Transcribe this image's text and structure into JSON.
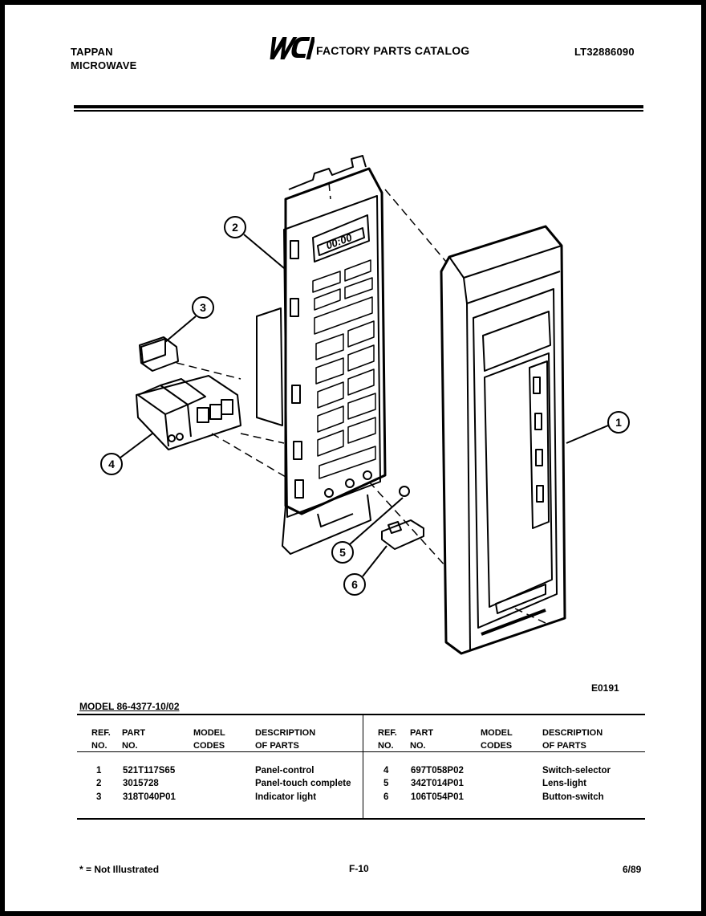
{
  "header": {
    "brand_line1": "TAPPAN",
    "brand_line2": "MICROWAVE",
    "logo_text": "WCI",
    "catalog_title": "FACTORY PARTS CATALOG",
    "model_number": "LT32886090"
  },
  "diagram": {
    "callouts": [
      "1",
      "2",
      "3",
      "4",
      "5",
      "6"
    ],
    "display_readout": "00:00"
  },
  "figure_code": "E0191",
  "model_line": "MODEL 86-4377-10/02",
  "table": {
    "headers": {
      "ref": [
        "REF.",
        "NO."
      ],
      "part": [
        "PART",
        "NO."
      ],
      "model": [
        "MODEL",
        "CODES"
      ],
      "desc": [
        "DESCRIPTION",
        "OF PARTS"
      ]
    },
    "left_rows": [
      {
        "ref": "1",
        "part": "521T117S65",
        "model": "",
        "desc": "Panel-control"
      },
      {
        "ref": "2",
        "part": "3015728",
        "model": "",
        "desc": "Panel-touch complete"
      },
      {
        "ref": "3",
        "part": "318T040P01",
        "model": "",
        "desc": "Indicator light"
      }
    ],
    "right_rows": [
      {
        "ref": "4",
        "part": "697T058P02",
        "model": "",
        "desc": "Switch-selector"
      },
      {
        "ref": "5",
        "part": "342T014P01",
        "model": "",
        "desc": "Lens-light"
      },
      {
        "ref": "6",
        "part": "106T054P01",
        "model": "",
        "desc": "Button-switch"
      }
    ]
  },
  "footer": {
    "note": "* = Not Illustrated",
    "page": "F-10",
    "date": "6/89"
  }
}
